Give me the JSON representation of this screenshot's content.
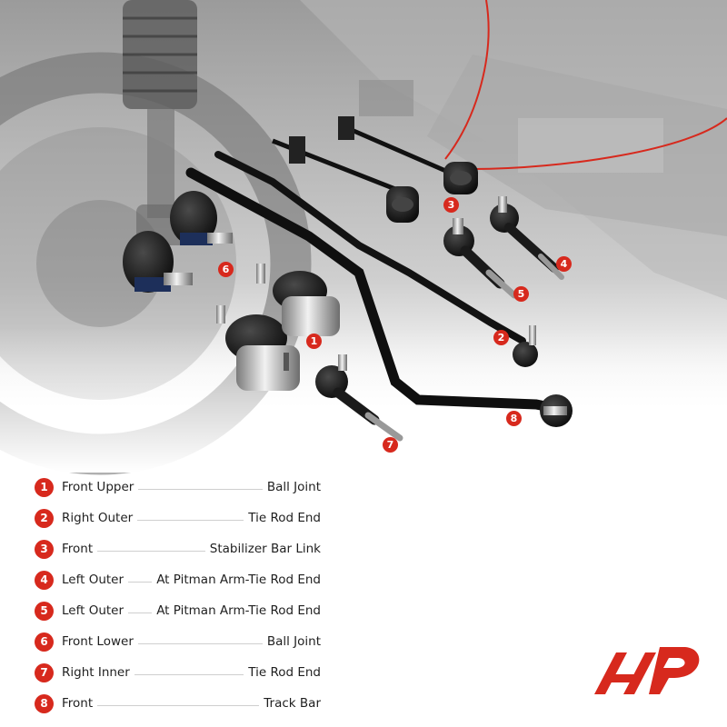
{
  "callouts": [
    "1",
    "2",
    "3",
    "4",
    "5",
    "6",
    "7",
    "8"
  ],
  "legend": [
    {
      "num": "1",
      "left": "Front Upper",
      "right": "Ball Joint"
    },
    {
      "num": "2",
      "left": "Right Outer",
      "right": "Tie Rod End"
    },
    {
      "num": "3",
      "left": "Front",
      "right": "Stabilizer Bar Link"
    },
    {
      "num": "4",
      "left": "Left Outer",
      "right": "At Pitman Arm-Tie Rod End"
    },
    {
      "num": "5",
      "left": "Left Outer",
      "right": "At Pitman Arm-Tie Rod End"
    },
    {
      "num": "6",
      "left": "Front Lower",
      "right": "Ball Joint"
    },
    {
      "num": "7",
      "left": "Right Inner",
      "right": "Tie Rod End"
    },
    {
      "num": "8",
      "left": "Front",
      "right": "Track Bar"
    }
  ],
  "colors": {
    "accent": "#d7291d",
    "text": "#1f1f1f",
    "background": "#ffffff"
  }
}
